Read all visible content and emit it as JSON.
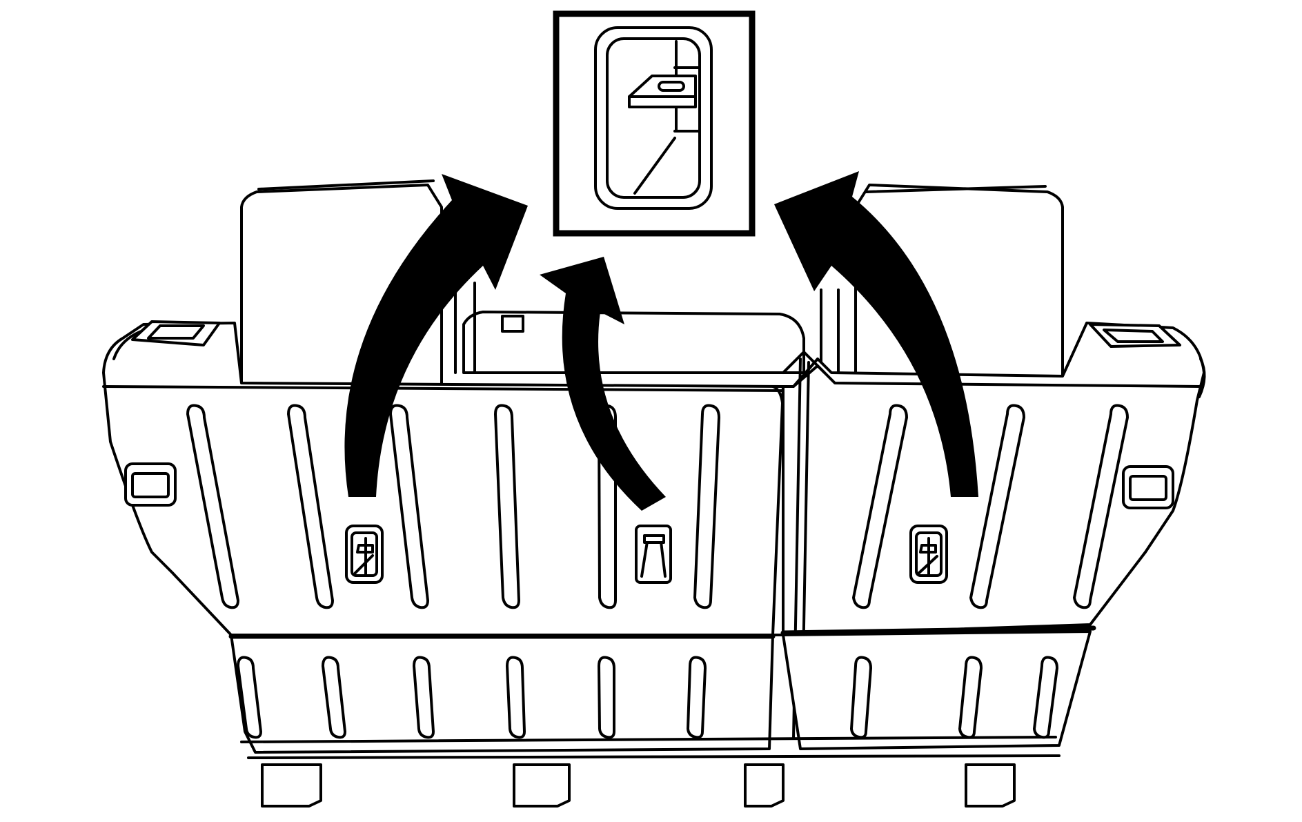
{
  "figure": {
    "description_text": "",
    "colors": {
      "line": "#000000",
      "fill": "#ffffff"
    },
    "components": {
      "seat": "rear-seat-backrest-folded",
      "detail_box": "latch-release-detail-inset",
      "arrows": 3,
      "latch_handles": 3,
      "seat_sections": [
        "left-60",
        "right-40"
      ]
    }
  }
}
